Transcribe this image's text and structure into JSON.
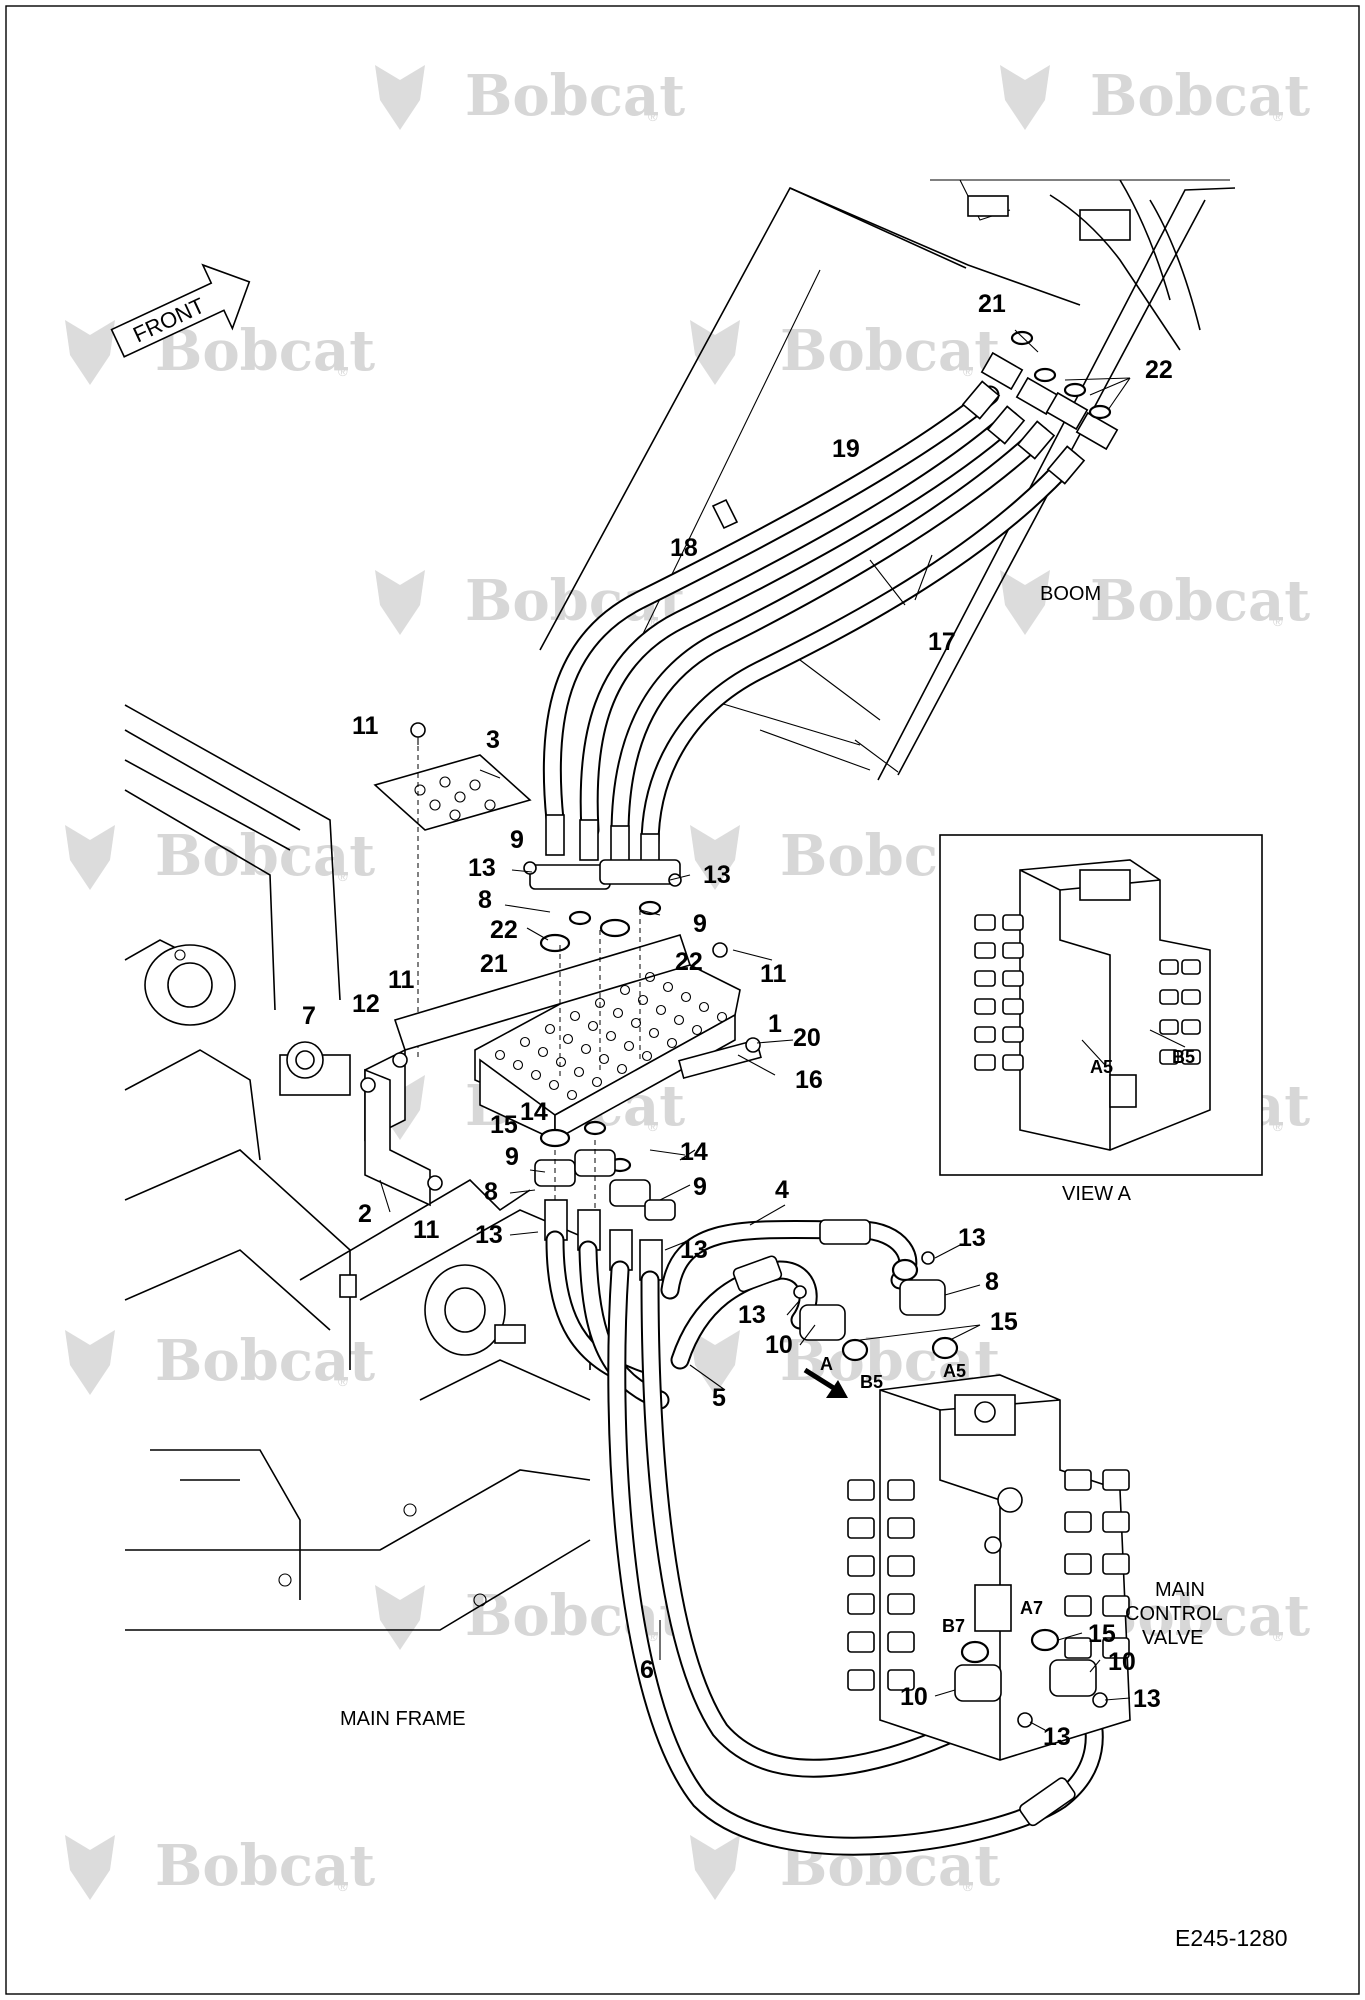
{
  "drawing": {
    "code": "E245-1280",
    "front_arrow": "FRONT",
    "watermark": "Bobcat",
    "watermark_mark": "®",
    "labels": {
      "boom": "BOOM",
      "main_frame": "MAIN FRAME",
      "view_a": "VIEW  A",
      "mcv_1": "MAIN",
      "mcv_2": "CONTROL",
      "mcv_3": "VALVE",
      "view_arrow": "A"
    },
    "ports": [
      "A5",
      "B5",
      "A7",
      "B7",
      "A5",
      "B5"
    ],
    "callouts": [
      "21",
      "22",
      "19",
      "18",
      "17",
      "11",
      "3",
      "9",
      "13",
      "13",
      "8",
      "22",
      "9",
      "21",
      "22",
      "11",
      "1",
      "11",
      "12",
      "7",
      "20",
      "16",
      "15",
      "14",
      "9",
      "14",
      "8",
      "9",
      "2",
      "11",
      "13",
      "13",
      "4",
      "13",
      "8",
      "13",
      "15",
      "10",
      "5",
      "15",
      "10",
      "10",
      "13",
      "13",
      "6"
    ]
  }
}
